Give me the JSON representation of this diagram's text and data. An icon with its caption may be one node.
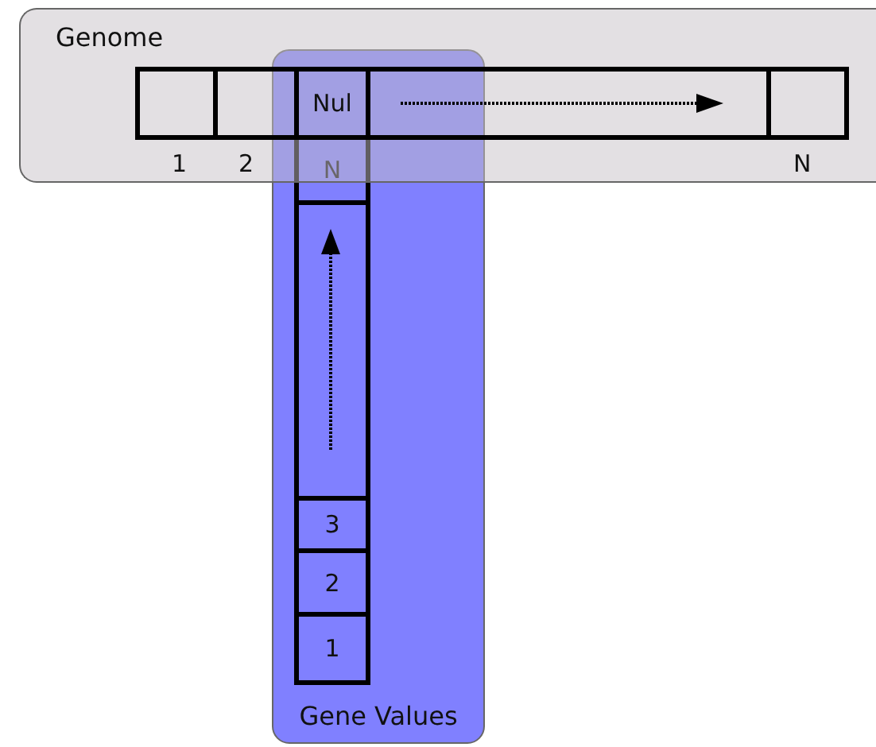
{
  "diagram": {
    "nodes": [
      {
        "text": [
          "Genome"
        ]
      },
      {
        "text": [
          "Gene Values"
        ]
      },
      {
        "text": [],
        "shape": "box",
        "in": 0,
        "beside": [
          "1"
        ]
      },
      {
        "text": [],
        "shape": "box",
        "in": 0,
        "beside": [
          "2"
        ]
      },
      {
        "text": [
          "Nul"
        ]
      },
      {
        "text": [],
        "shape": "box",
        "in": 0
      },
      {
        "text": [],
        "shape": "box",
        "in": 0,
        "beside": [
          "N"
        ]
      },
      {
        "text": [
          "N"
        ],
        "in": 1
      },
      {
        "text": [],
        "shape": "box",
        "in": 1
      },
      {
        "text": [
          "3"
        ],
        "in": 1
      },
      {
        "text": [
          "2"
        ],
        "in": 1
      },
      {
        "text": [
          "1"
        ],
        "in": 1
      }
    ],
    "edges": []
  }
}
